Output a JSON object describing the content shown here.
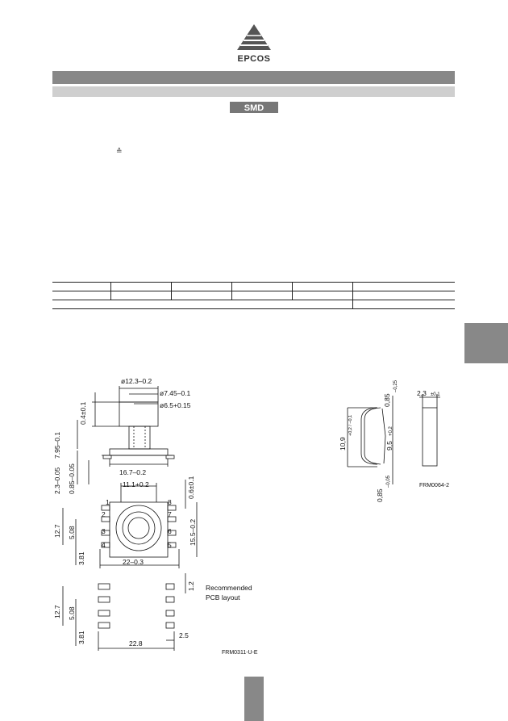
{
  "header": {
    "brand": "EPCOS",
    "logo_icon": "epcos-triangle-logo",
    "badge_text": "SMD"
  },
  "symbol": "≙",
  "drawing1": {
    "dims": {
      "d1": "ø12.3–0.2",
      "d2": "ø7.45–0.1",
      "d3": "ø6.5+0.15",
      "h1": "0.4±0.1",
      "h2": "7.95–0.1",
      "w1": "16.7–0.2",
      "h3": "2.3–0.05",
      "h4": "0.85–0.05",
      "w2": "11.1+0.2",
      "h5": "0.6±0.1",
      "h6": "12.7",
      "h7": "5.08",
      "h8": "15.5–0.2",
      "h9": "3.81",
      "w3": "22–0.3",
      "pins": [
        "1",
        "2",
        "3",
        "4",
        "5",
        "6",
        "7",
        "8"
      ]
    },
    "layout": {
      "label_line1": "Recommended",
      "label_line2": "PCB layout",
      "h_pad": "1.2",
      "h1": "12.7",
      "h2": "5.08",
      "h3": "3.81",
      "w1": "22.8",
      "w2": "2.5"
    },
    "code": "FRM0311-U-E"
  },
  "drawing2": {
    "dims": {
      "h_top": "0,85",
      "h_top_tol": "–0,25",
      "w": "2,3",
      "w_tol": "±0,1",
      "h_total": "10,9",
      "h_total_tol": "+0,2 / –0,1",
      "h_inner": "9,5",
      "h_inner_tol": "+0,2",
      "h_bot": "0,85",
      "h_bot_tol": "–0,05"
    },
    "code": "FRM0064-2"
  }
}
